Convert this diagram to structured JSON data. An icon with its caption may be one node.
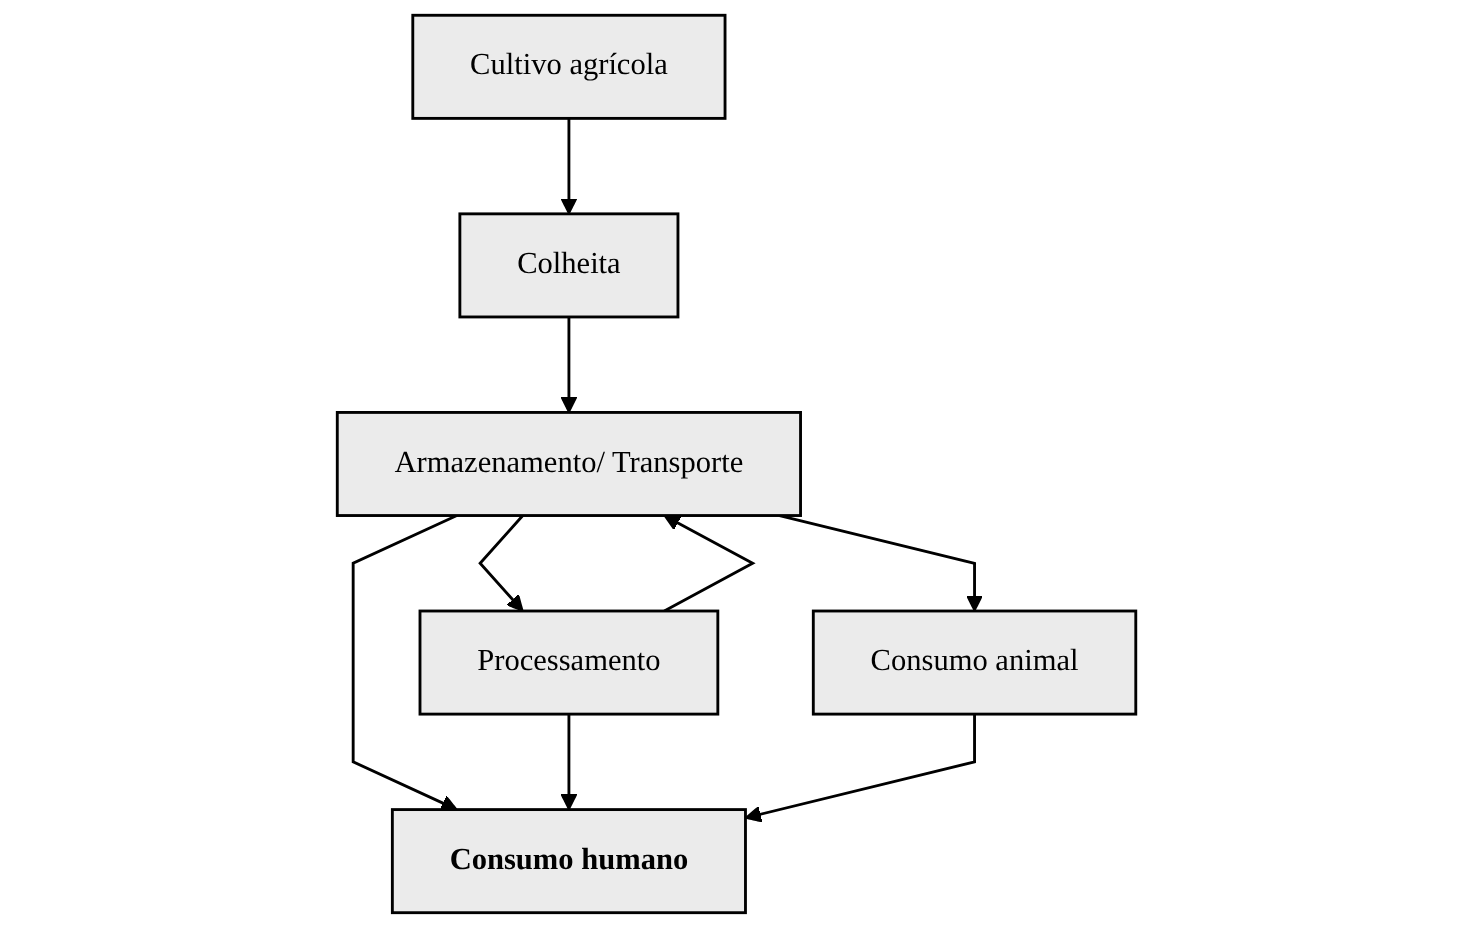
{
  "diagram": {
    "nodes": [
      {
        "text": [
          "Cultivo agrícola"
        ]
      },
      {
        "text": [
          "Colheita"
        ]
      },
      {
        "text": [
          "Armazenamento/ Transporte"
        ]
      },
      {
        "text": [
          "Processamento"
        ]
      },
      {
        "text": [
          "Consumo animal"
        ]
      },
      {
        "text": [
          "Consumo humano"
        ]
      }
    ],
    "edges": [
      {
        "from": 0,
        "to": 1,
        "arrow": "to"
      },
      {
        "from": 1,
        "to": 2,
        "arrow": "to"
      },
      {
        "from": 2,
        "to": 3,
        "arrow": "to"
      },
      {
        "from": 2,
        "to": 4,
        "arrow": "to"
      },
      {
        "from": 2,
        "to": 5,
        "arrow": "to"
      },
      {
        "from": 3,
        "to": 2,
        "arrow": "to"
      },
      {
        "from": 3,
        "to": 5,
        "arrow": "to"
      },
      {
        "from": 4,
        "to": 5,
        "arrow": "to"
      }
    ]
  }
}
